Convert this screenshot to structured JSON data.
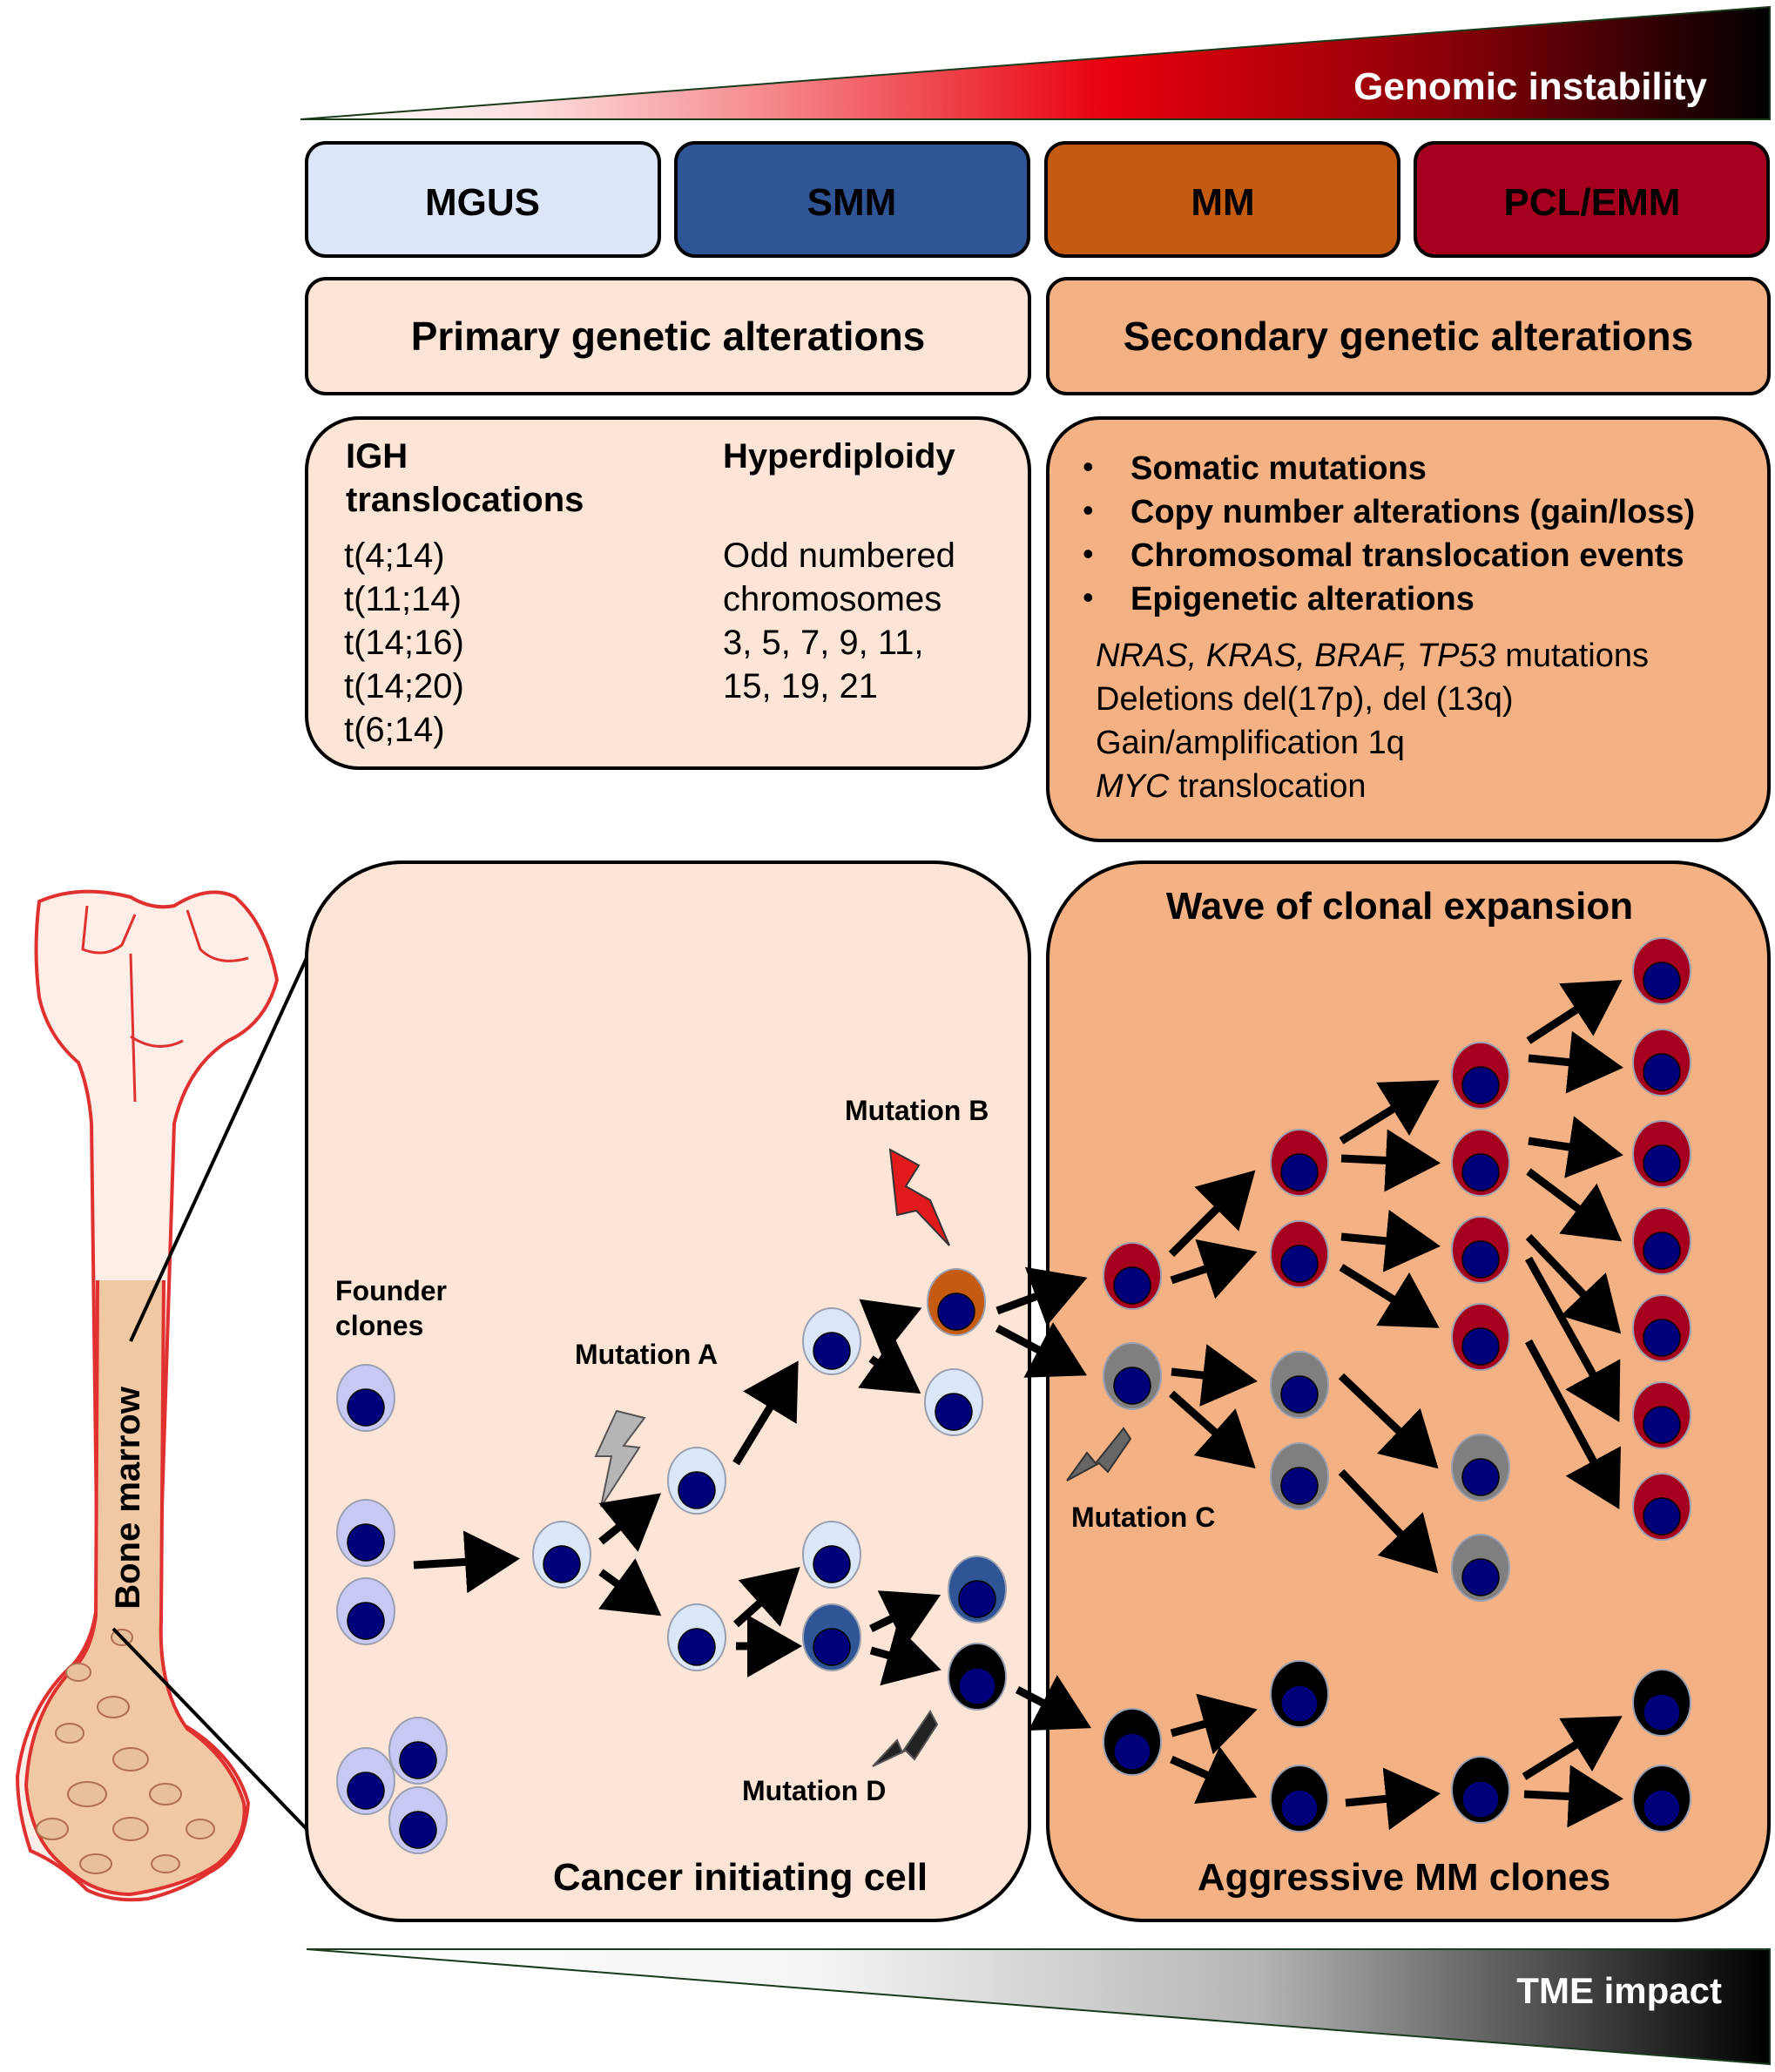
{
  "top_wedge": {
    "label": "Genomic instability"
  },
  "bottom_wedge": {
    "label": "TME impact"
  },
  "stages": [
    {
      "label": "MGUS",
      "fill": "#dce6f8"
    },
    {
      "label": "SMM",
      "fill": "#2f5597"
    },
    {
      "label": "MM",
      "fill": "#c55a11"
    },
    {
      "label": "PCL/EMM",
      "fill": "#a5001e"
    }
  ],
  "primary": {
    "header": "Primary genetic alterations",
    "igh_title_1": "IGH",
    "igh_title_2": "translocations",
    "igh_items": [
      "t(4;14)",
      "t(11;14)",
      "t(14;16)",
      "t(14;20)",
      "t(6;14)"
    ],
    "hyper_title": "Hyperdiploidy",
    "hyper_lines": [
      "Odd numbered",
      "chromosomes",
      "3, 5, 7, 9, 11,",
      "15, 19, 21"
    ]
  },
  "secondary": {
    "header": "Secondary genetic alterations",
    "bullets": [
      "Somatic mutations",
      "Copy number alterations (gain/loss)",
      "Chromosomal translocation events",
      "Epigenetic alterations"
    ],
    "mut_italic": "NRAS, KRAS, BRAF, TP53",
    "mut_suffix": " mutations",
    "deletions": "Deletions del(17p), del (13q)",
    "gain": "Gain/amplification 1q",
    "myc_italic": "MYC",
    "myc_suffix": " translocation"
  },
  "bone": {
    "label": "Bone marrow"
  },
  "left_panel": {
    "founder_1": "Founder",
    "founder_2": "clones",
    "mut_a": "Mutation A",
    "mut_b": "Mutation B",
    "mut_d": "Mutation D",
    "caption": "Cancer initiating cell"
  },
  "right_panel": {
    "title": "Wave of clonal expansion",
    "mut_c": "Mutation C",
    "caption": "Aggressive MM clones"
  },
  "colors": {
    "founder_cell": "#c8c8f5",
    "early_cell": "#dbe6f8",
    "smm_cell": "#2f5597",
    "mm_cell": "#c55a11",
    "pcl_cell": "#a5001e",
    "grey_cell": "#7f7f7f",
    "black_cell": "#000000",
    "nucleus": "#00007a",
    "primary_bg": "#fce4d6",
    "secondary_bg": "#f4b183"
  }
}
